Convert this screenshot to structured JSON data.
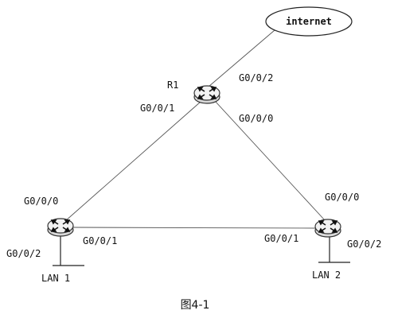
{
  "cloud": {
    "label": "internet"
  },
  "routers": {
    "r1": {
      "name": "R1",
      "ports": [
        "G0/0/2",
        "G0/0/1",
        "G0/0/0"
      ]
    },
    "left": {
      "ports": [
        "G0/0/0",
        "G0/0/1",
        "G0/0/2"
      ],
      "lan": "LAN 1"
    },
    "right": {
      "ports": [
        "G0/0/0",
        "G0/0/1",
        "G0/0/2"
      ],
      "lan": "LAN 2"
    }
  },
  "caption": "图4-1",
  "colors": {
    "line": "#555555",
    "router_fill": "#f2f2f2",
    "router_stroke": "#333333",
    "text": "#111111"
  }
}
